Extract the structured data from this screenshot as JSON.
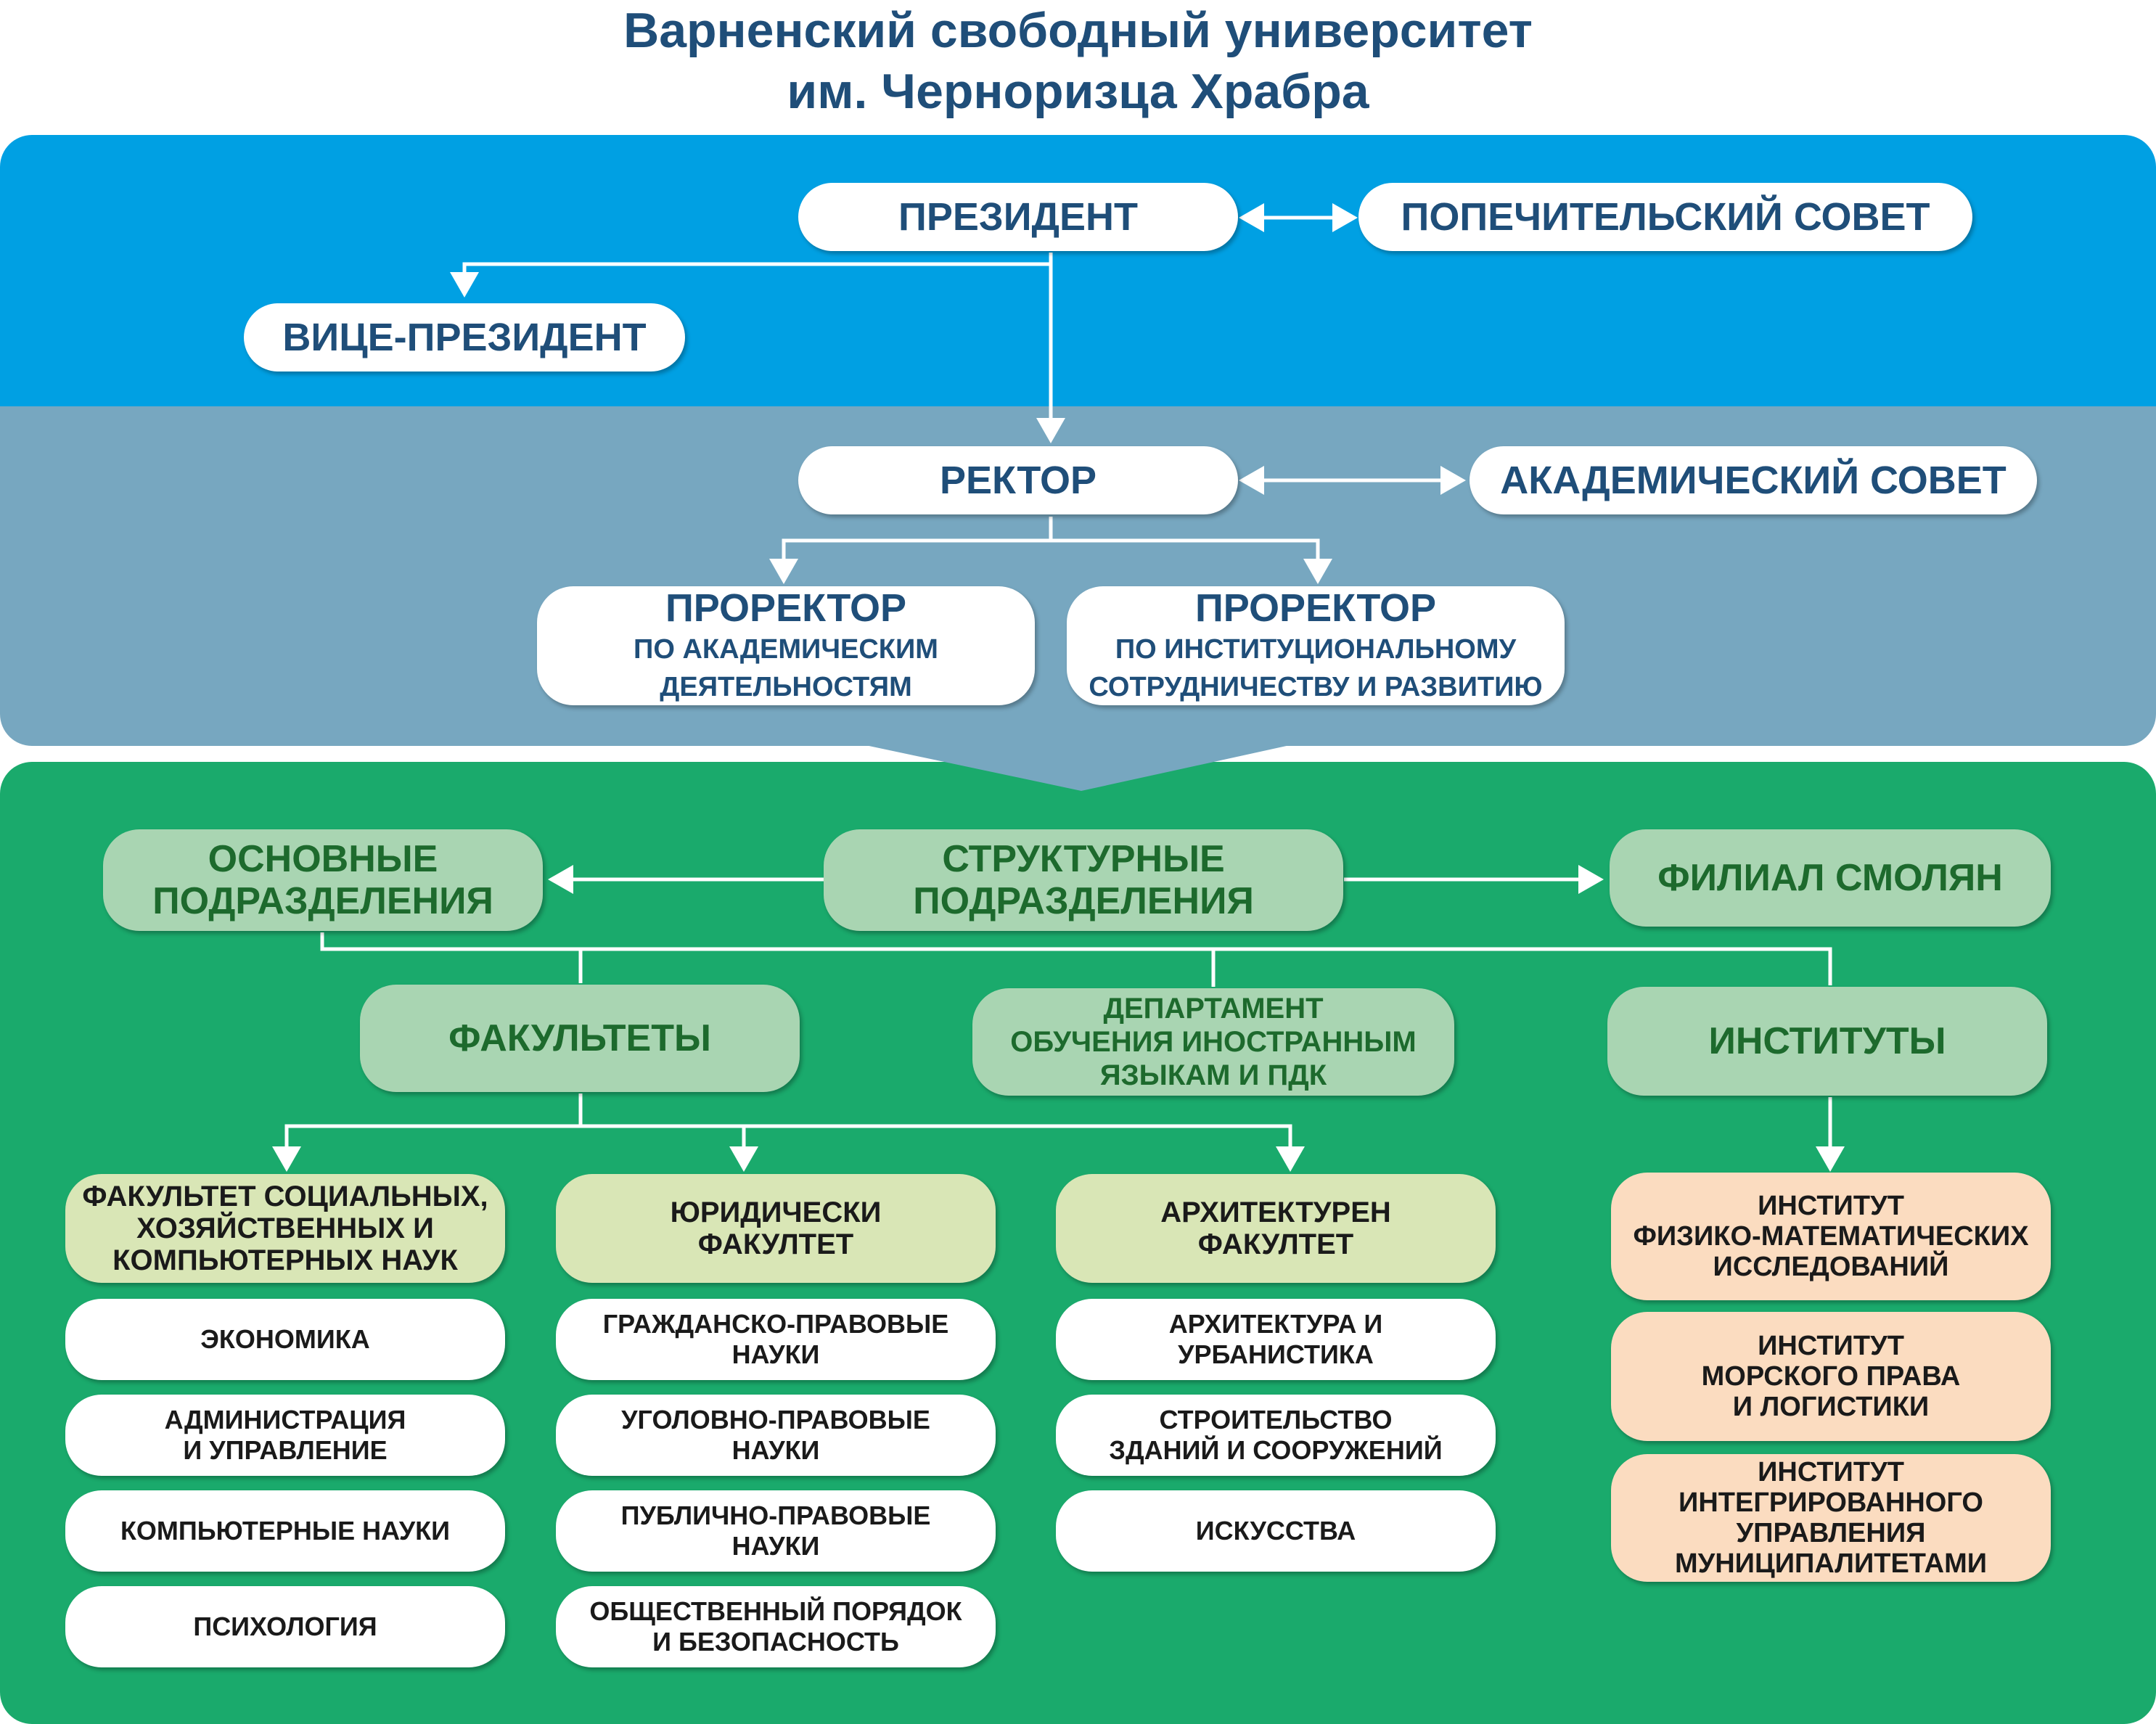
{
  "title": {
    "line1": "Варненский свободный университет",
    "line2": "им. Черноризца Храбра"
  },
  "top": {
    "president": "ПРЕЗИДЕНТ",
    "board_of_trustees": "ПОПЕЧИТЕЛЬСКИЙ СОВЕТ",
    "vice_president": "ВИЦЕ-ПРЕЗИДЕНТ",
    "rector": "РЕКТОР",
    "academic_council": "АКАДЕМИЧЕСКИЙ СОВЕТ",
    "prorector_academic": {
      "title": "ПРОРЕКТОР",
      "line1": "ПО АКАДЕМИЧЕСКИМ",
      "line2": "ДЕЯТЕЛЬНОСТЯМ"
    },
    "prorector_institutional": {
      "title": "ПРОРЕКТОР",
      "line1": "ПО ИНСТИТУЦИОНАЛЬНОМУ",
      "line2": "СОТРУДНИЧЕСТВУ И РАЗВИТИЮ"
    }
  },
  "structure": {
    "main_units": {
      "line1": "ОСНОВНЫЕ",
      "line2": "ПОДРАЗДЕЛЕНИЯ"
    },
    "structural_units": {
      "line1": "СТРУКТУРНЫЕ",
      "line2": "ПОДРАЗДЕЛЕНИЯ"
    },
    "branch": "ФИЛИАЛ СМОЛЯН",
    "faculties": "ФАКУЛЬТЕТЫ",
    "language_dept": {
      "line1": "ДЕПАРТАМЕНТ",
      "line2": "ОБУЧЕНИЯ ИНОСТРАННЫМ",
      "line3": "ЯЗЫКАМ И ПДК"
    },
    "institutes": "ИНСТИТУТЫ"
  },
  "faculty_list": [
    {
      "name": {
        "line1": "ФАКУЛЬТЕТ СОЦИАЛЬНЫХ,",
        "line2": "ХОЗЯЙСТВЕННЫХ И",
        "line3": "КОМПЬЮТЕРНЫХ НАУК"
      },
      "departments": [
        {
          "line1": "ЭКОНОМИКА",
          "line2": ""
        },
        {
          "line1": "АДМИНИСТРАЦИЯ",
          "line2": "И УПРАВЛЕНИЕ"
        },
        {
          "line1": "КОМПЬЮТЕРНЫЕ НАУКИ",
          "line2": ""
        },
        {
          "line1": "ПСИХОЛОГИЯ",
          "line2": ""
        }
      ]
    },
    {
      "name": {
        "line1": "ЮРИДИЧЕСКИ",
        "line2": "ФАКУЛТЕТ",
        "line3": ""
      },
      "departments": [
        {
          "line1": "ГРАЖДАНСКО-ПРАВОВЫЕ",
          "line2": "НАУКИ"
        },
        {
          "line1": "УГОЛОВНО-ПРАВОВЫЕ",
          "line2": "НАУКИ"
        },
        {
          "line1": "ПУБЛИЧНО-ПРАВОВЫЕ",
          "line2": "НАУКИ"
        },
        {
          "line1": "ОБЩЕСТВЕННЫЙ ПОРЯДОК",
          "line2": "И БЕЗОПАСНОСТЬ"
        }
      ]
    },
    {
      "name": {
        "line1": "АРХИТЕКТУРЕН",
        "line2": "ФАКУЛТЕТ",
        "line3": ""
      },
      "departments": [
        {
          "line1": "АРХИТЕКТУРА И",
          "line2": "УРБАНИСТИКА"
        },
        {
          "line1": "СТРОИТЕЛЬСТВО",
          "line2": "ЗДАНИЙ И СООРУЖЕНИЙ"
        },
        {
          "line1": "ИСКУССТВА",
          "line2": ""
        }
      ]
    }
  ],
  "institute_list": [
    {
      "line1": "ИНСТИТУТ",
      "line2": "ФИЗИКО-МАТЕМАТИЧЕСКИХ",
      "line3": "ИССЛЕДОВАНИЙ",
      "line4": ""
    },
    {
      "line1": "ИНСТИТУТ",
      "line2": "МОРСКОГО ПРАВА",
      "line3": "И ЛОГИСТИКИ",
      "line4": ""
    },
    {
      "line1": "ИНСТИТУТ",
      "line2": "ИНТЕГРИРОВАННОГО",
      "line3": "УПРАВЛЕНИЯ",
      "line4": "МУНИЦИПАЛИТЕТАМИ"
    }
  ],
  "colors": {
    "top_band": "#00a0e3",
    "middle_band": "#77a7c0",
    "green_panel": "#1aaa6c",
    "title": "#1f4e79"
  }
}
